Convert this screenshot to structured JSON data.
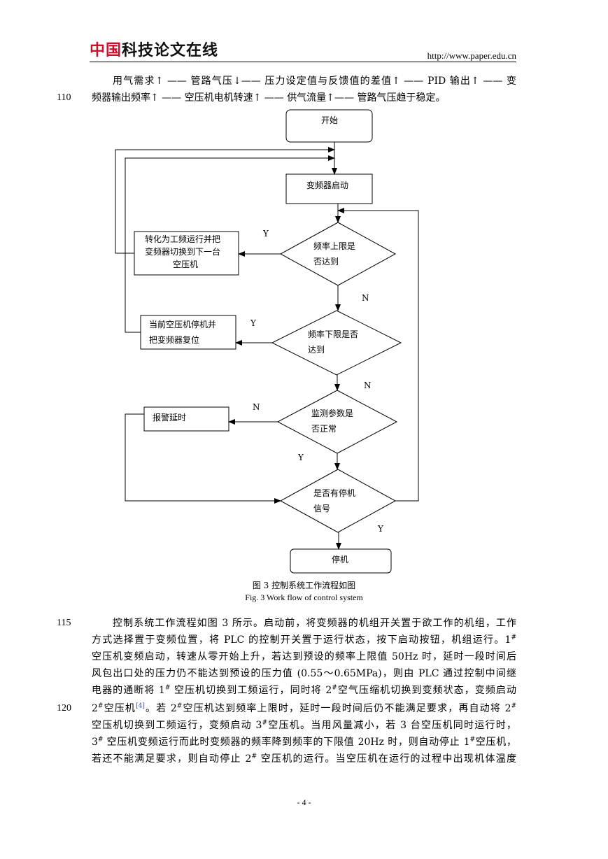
{
  "header": {
    "logo_red": "中国",
    "logo_black": "科技论文在线",
    "url": "http://www.paper.edu.cn"
  },
  "para1": {
    "line1": "用气需求↑ —— 管路气压↓—— 压力设定值与反馈值的差值↑ —— PID 输出↑ —— 变",
    "line2": "频器输出频率↑ —— 空压机电机转速↑ —— 供气流量↑—— 管路气压趋于稳定。",
    "line2_no": "110"
  },
  "flowchart": {
    "start": "开始",
    "vfd_start": "变频器启动",
    "d1_line1": "频率上限是",
    "d1_line2": "否达到",
    "b1_line1": "转化为工频运行并把",
    "b1_line2": "变频器切换到下一台",
    "b1_line3": "空压机",
    "d2_line1": "频率下限是否",
    "d2_line2": "达到",
    "b2_line1": "当前空压机停机并",
    "b2_line2": "把变频器复位",
    "d3_line1": "监测参数是",
    "d3_line2": "否正常",
    "alarm": "报警延时",
    "d4_line1": "是否有停机",
    "d4_line2": "信号",
    "stop": "停机",
    "y": "Y",
    "n": "N"
  },
  "caption": {
    "cn": "图 3 控制系统工作流程如图",
    "en": "Fig. 3    Work flow of control system"
  },
  "para2": {
    "line_no_115": "115",
    "line_no_120": "120",
    "l1": "控制系统工作流程如图 3 所示。启动前，将变频器的机组开关置于欲工作的机组，工作",
    "l2": "方式选择置于变频位置，将 PLC 的控制开关置于运行状态，按下启动按钮，机组运行。1",
    "l3": "空压机变频启动，转速从零开始上升，若达到预设的频率上限值 50Hz 时，延时一段时间后",
    "l4": "风包出口处的压力仍不能达到预设的压力值 (0.55～0.65MPa)，则由 PLC 通过控制中间继",
    "l5a": "电器的通断将 1",
    "l5b": " 空压机切换到工频运行，同时将 2",
    "l5c": "空气压缩机切换到变频状态，变频启动",
    "l6a": "2",
    "l6b": "空压机",
    "l6cite": "[4]",
    "l6c": "。若 2",
    "l6d": "空压机达到频率上限时，延时一段时间后仍不能满足要求，再自动将 2",
    "l7a": "空压机切换到工频运行，变频启动 3",
    "l7b": "空压机。当用风量减小，若 3 台空压机同时运行时，",
    "l8a": "3",
    "l8b": " 空压机变频运行而此时变频器的频率降到频率的下限值 20Hz 时，则自动停止 1",
    "l8c": "空压机，",
    "l9a": "若还不能满足要求，则自动停止 2",
    "l9b": " 空压机的运行。当空压机在运行的过程中出现机体温度",
    "hash": "#"
  },
  "footer": {
    "page": "- 4 -"
  }
}
